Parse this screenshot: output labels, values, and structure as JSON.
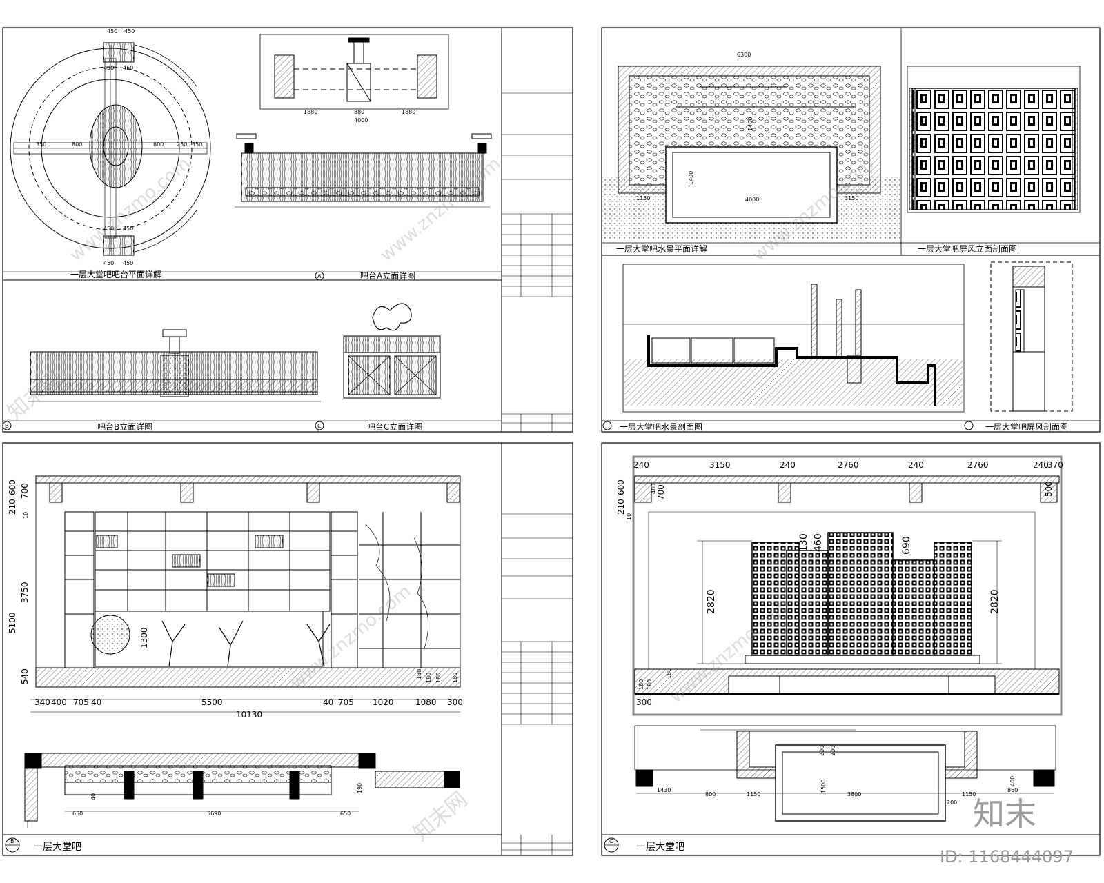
{
  "sheets": {
    "top_left": {
      "captions": [
        "一层大堂吧吧台平面详解",
        "吧台A立面详图",
        "吧台B立面详图",
        "吧台C立面详图"
      ],
      "markers": [
        "A",
        "B",
        "C"
      ],
      "plan_dims": [
        "450",
        "450",
        "450",
        "450",
        "350",
        "800",
        "800",
        "250",
        "350",
        "450",
        "450",
        "450",
        "450"
      ],
      "a_dims": [
        "1880",
        "880",
        "1880",
        "4000"
      ]
    },
    "top_right": {
      "captions": [
        "一层大堂吧水景平面详解",
        "一层大堂吧屏风立面剖面图",
        "一层大堂吧水景剖面图",
        "一层大堂吧屏风剖面图"
      ],
      "plan_dims": [
        "6300",
        "1150",
        "4000",
        "3150",
        "1400",
        "1400"
      ]
    },
    "bottom_left": {
      "caption": "一层大堂吧",
      "marker": "B",
      "left_dims": [
        "600",
        "700",
        "210",
        "10",
        "3750",
        "5100",
        "540"
      ],
      "bottom_dims": [
        "340",
        "400",
        "705",
        "40",
        "5500",
        "40",
        "705",
        "1020",
        "1080",
        "300"
      ],
      "total_width": "10130",
      "inner_dims": [
        "1300",
        "180",
        "180",
        "180",
        "180"
      ],
      "plan_dims": [
        "650",
        "5690",
        "650",
        "190",
        "40"
      ]
    },
    "bottom_right": {
      "caption": "一层大堂吧",
      "marker": "C",
      "top_dims": [
        "240",
        "3150",
        "240",
        "2760",
        "240",
        "2760",
        "240",
        "370"
      ],
      "left_dims": [
        "600",
        "400",
        "700",
        "210",
        "10",
        "180",
        "180",
        "180",
        "300"
      ],
      "right_dims": [
        "500"
      ],
      "screen_dims": [
        "2820",
        "2820",
        "130",
        "460",
        "690"
      ],
      "plan_dims": [
        "1430",
        "800",
        "1150",
        "3800",
        "1150",
        "860",
        "400",
        "200",
        "200",
        "1500",
        "200"
      ]
    }
  },
  "watermarks": {
    "site_text": "www.znzmo.com",
    "brand_text": "知末网",
    "logo_text": "知末",
    "id_text": "ID: 1168444097"
  }
}
